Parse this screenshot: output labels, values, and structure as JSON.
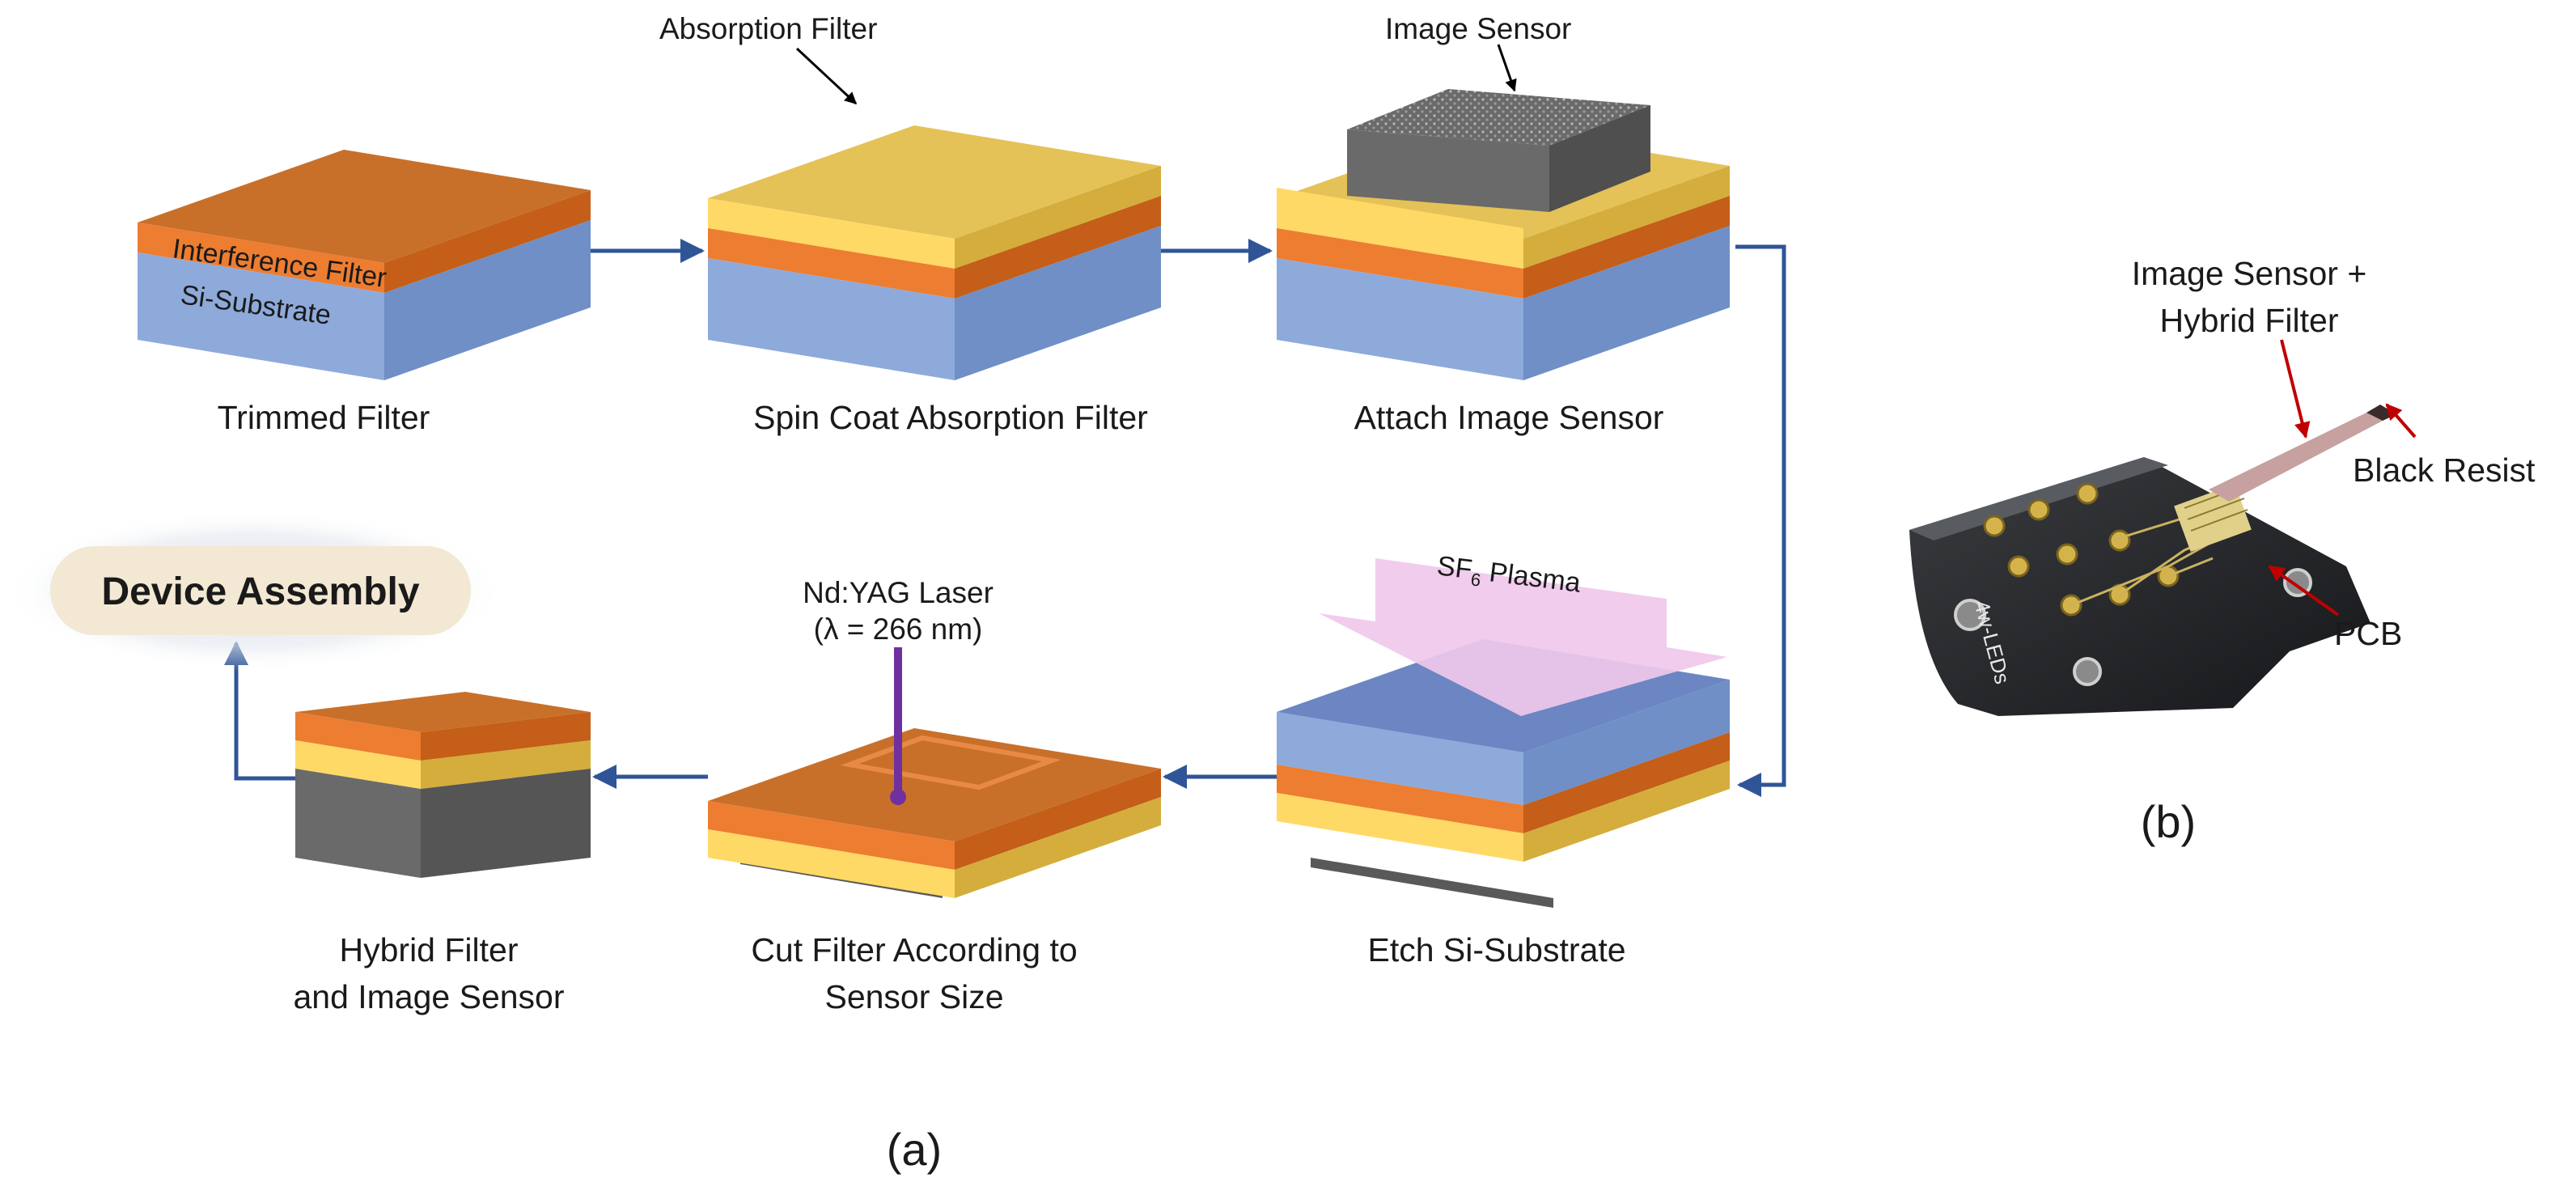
{
  "panel_a": {
    "panel_label": "(a)",
    "steps": [
      {
        "caption": "Trimmed Filter"
      },
      {
        "caption": "Spin Coat Absorption Filter"
      },
      {
        "caption": "Attach Image Sensor"
      },
      {
        "caption": "Etch Si-Substrate"
      },
      {
        "caption_line1": "Cut Filter According to",
        "caption_line2": "Sensor Size"
      },
      {
        "caption_line1": "Hybrid Filter",
        "caption_line2": "and Image Sensor"
      }
    ],
    "layer_labels": {
      "interference_filter": "Interference Filter",
      "si_substrate": "Si-Substrate"
    },
    "callouts": {
      "absorption_filter": "Absorption Filter",
      "image_sensor": "Image Sensor",
      "plasma_prefix": "SF",
      "plasma_sub": "6",
      "plasma_suffix": " Plasma",
      "laser_line1": "Nd:YAG Laser",
      "laser_line2": "(λ = 266 nm)"
    },
    "device_assembly": "Device Assembly"
  },
  "panel_b": {
    "panel_label": "(b)",
    "labels": {
      "sensor_filter_line1": "Image Sensor +",
      "sensor_filter_line2": "Hybrid Filter",
      "black_resist": "Black Resist",
      "pcb": "PCB",
      "board_text": "4w-LEDs"
    }
  },
  "colors": {
    "si_top": "#8fb0e6",
    "si_front": "#8eaadb",
    "si_side": "#6f8fc6",
    "interference_top": "#c8702a",
    "interference_front": "#ed7d31",
    "interference_side": "#c45e18",
    "absorption_top": "#e4c257",
    "absorption_front": "#ffd966",
    "absorption_side": "#d4ad3c",
    "sensor": "#5e5e5e",
    "arrow": "#2f5597",
    "plasma": "#f0c8ec",
    "laser": "#7030a0",
    "callout_red": "#c00000"
  }
}
